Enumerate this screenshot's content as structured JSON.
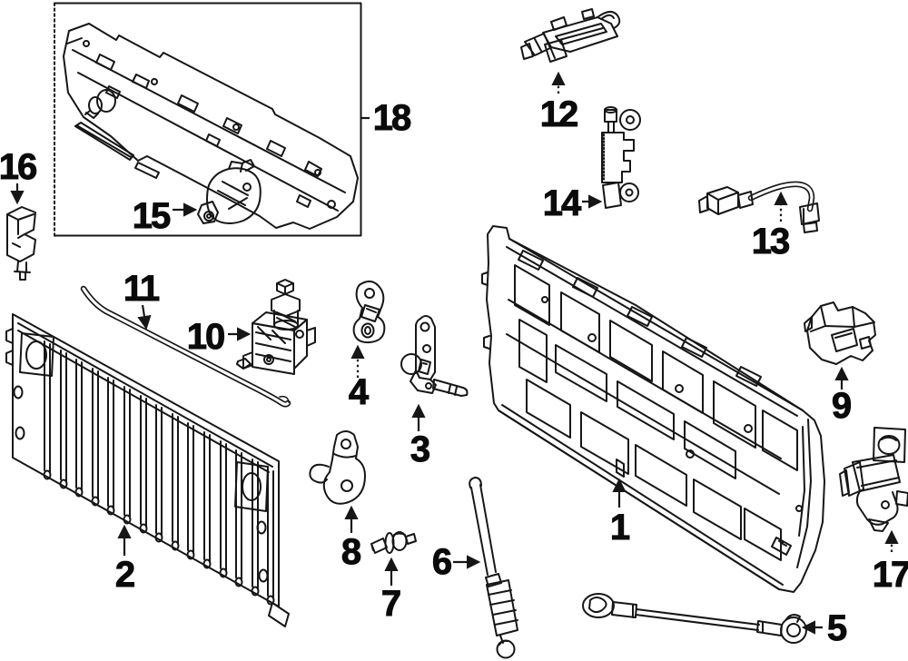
{
  "colors": {
    "line": "#161616",
    "background": "#ffffff"
  },
  "callouts": [
    {
      "label": "1"
    },
    {
      "label": "2"
    },
    {
      "label": "3"
    },
    {
      "label": "4"
    },
    {
      "label": "5"
    },
    {
      "label": "6"
    },
    {
      "label": "7"
    },
    {
      "label": "8"
    },
    {
      "label": "9"
    },
    {
      "label": "10"
    },
    {
      "label": "11"
    },
    {
      "label": "12"
    },
    {
      "label": "13"
    },
    {
      "label": "14"
    },
    {
      "label": "15"
    },
    {
      "label": "16"
    },
    {
      "label": "17"
    },
    {
      "label": "18"
    }
  ]
}
